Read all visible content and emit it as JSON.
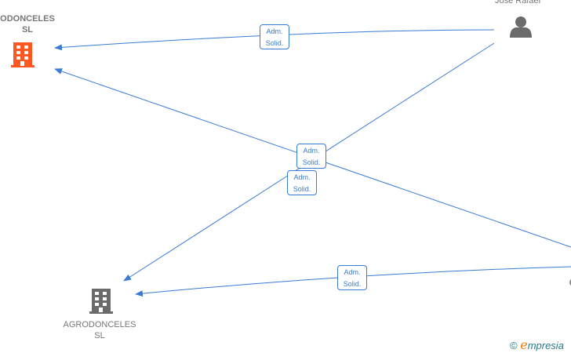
{
  "nodes": [
    {
      "id": "company-top",
      "label_line1": "ODONCELES",
      "label_line2": "SL",
      "type": "company",
      "color": "#ff5722"
    },
    {
      "id": "person",
      "label": "Jose Rafael",
      "type": "person",
      "color": "#6b6b6b"
    },
    {
      "id": "company-bottom",
      "label_line1": "AGRODONCELES",
      "label_line2": "SL",
      "type": "company",
      "color": "#6b6b6b"
    }
  ],
  "edges": [
    {
      "label_line1": "Adm.",
      "label_line2": "Solid."
    },
    {
      "label_line1": "Adm.",
      "label_line2": "Solid."
    },
    {
      "label_line1": "Adm.",
      "label_line2": "Solid."
    },
    {
      "label_line1": "Adm.",
      "label_line2": "Solid."
    }
  ],
  "edge_color": "#3a7bd5",
  "brand": {
    "copyright": "©",
    "e": "e",
    "rest": "mpresia"
  }
}
